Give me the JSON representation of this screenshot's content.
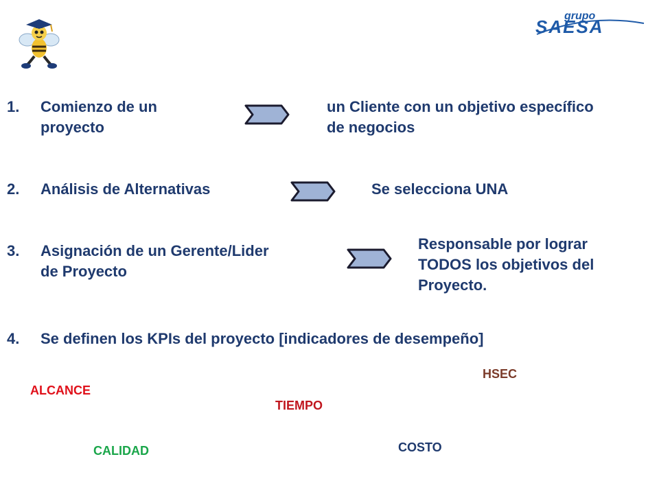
{
  "items": [
    {
      "num": "1.",
      "text_line1": "Comienzo de un",
      "text_line2": "proyecto",
      "result_line1": "un Cliente con un objetivo específico",
      "result_line2": "de negocios"
    },
    {
      "num": "2.",
      "text_line1": "Análisis de Alternativas",
      "result_line1": "Se selecciona UNA"
    },
    {
      "num": "3.",
      "text_line1": "Asignación de un Gerente/Lider",
      "text_line2": "de Proyecto",
      "result_line1": "Responsable por lograr",
      "result_line2": "TODOS los objetivos del",
      "result_line3": "Proyecto."
    },
    {
      "num": "4.",
      "text_line1": "Se definen los KPIs del proyecto [indicadores de desempeño]"
    }
  ],
  "kpis": [
    {
      "label": "HSEC",
      "color": "#7b3b2a"
    },
    {
      "label": "ALCANCE",
      "color": "#e0101a"
    },
    {
      "label": "TIEMPO",
      "color": "#c0161e"
    },
    {
      "label": "CALIDAD",
      "color": "#1aa64a"
    },
    {
      "label": "COSTO",
      "color": "#1f3a6e"
    }
  ],
  "logo": {
    "top_text": "grupo",
    "main_text": "SAESA",
    "color": "#1e5aa8"
  },
  "colors": {
    "text": "#1f3a6e",
    "arrow_fill": "#9fb3d6",
    "arrow_stroke": "#1b1b2e"
  },
  "icons": {
    "mascot": "graduate-bee-mascot-icon",
    "arrow": "chevron-arrow-icon"
  }
}
